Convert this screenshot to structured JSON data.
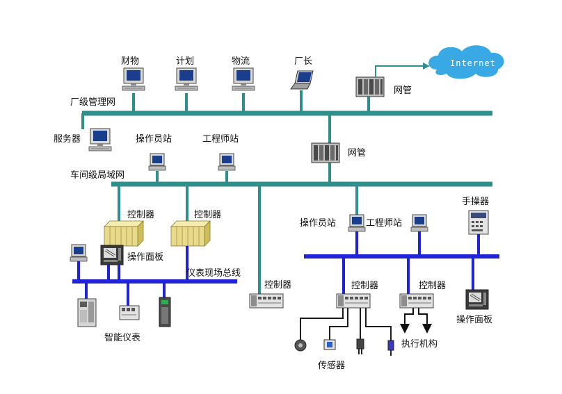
{
  "colors": {
    "plant_bus": "#2f8f8a",
    "field_bus": "#1f22d6",
    "cloud": "#39a9e6",
    "controller_yellow": "#e9d98a"
  },
  "top_network": {
    "label": "厂级管理网",
    "nodes": {
      "finance": "财物",
      "plan": "计划",
      "logistics": "物流",
      "director": "厂长",
      "gateway": "网管"
    },
    "cloud_label": "Internet"
  },
  "mid_network": {
    "label": "车间级局域网",
    "nodes": {
      "server": "服务器",
      "operator_station": "操作员站",
      "engineer_station": "工程师站",
      "gateway": "网管"
    }
  },
  "left_field": {
    "controller_1": "控制器",
    "controller_2": "控制器",
    "operator_panel": "操作面板",
    "bus_label": "仪表现场总线",
    "smart_instruments": "智能仪表",
    "controller_3": "控制器"
  },
  "right_field": {
    "operator_station": "操作员站",
    "engineer_station": "工程师站",
    "handheld": "手操器",
    "controller_1": "控制器",
    "controller_2": "控制器",
    "operator_panel": "操作面板",
    "sensors": "传感器",
    "actuators": "执行机构"
  }
}
